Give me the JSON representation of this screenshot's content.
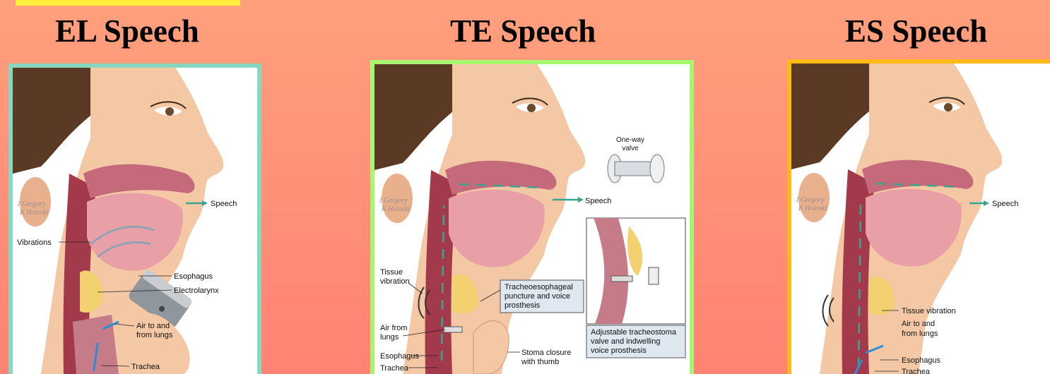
{
  "titles": {
    "el": "EL Speech",
    "te": "TE Speech",
    "es": "ES Speech"
  },
  "colors": {
    "el_border": "#86d9c0",
    "te_border": "#a8f56f",
    "es_border": "#ffba1a",
    "highlight_bar": "#ffef3a"
  },
  "el_panel": {
    "watermark_line1": "J Gregory",
    "watermark_line2": "K Holoski",
    "speech": "Speech",
    "vibrations": "Vibrations",
    "esophagus": "Esophagus",
    "electrolarynx": "Electrolarynx",
    "air_line1": "Air to and",
    "air_line2": "from lungs",
    "trachea": "Trachea"
  },
  "te_panel": {
    "watermark_line1": "J Gregory",
    "watermark_line2": "K Holoski",
    "valve_line1": "One-way",
    "valve_line2": "valve",
    "speech": "Speech",
    "tissue_line1": "Tissue",
    "tissue_line2": "vibration",
    "puncture_line1": "Tracheoesophageal",
    "puncture_line2": "puncture and voice",
    "puncture_line3": "prosthesis",
    "air_line1": "Air from",
    "air_line2": "lungs",
    "esophagus": "Esophagus",
    "trachea": "Trachea",
    "stoma_line1": "Stoma closure",
    "stoma_line2": "with thumb",
    "adjustable_line1": "Adjustable tracheostoma",
    "adjustable_line2": "valve and indwelling",
    "adjustable_line3": "voice prosthesis"
  },
  "es_panel": {
    "watermark_line1": "J Gregory",
    "watermark_line2": "K Holoski",
    "speech": "Speech",
    "tissue": "Tissue vibration",
    "air_line1": "Air to and",
    "air_line2": "from lungs",
    "esophagus": "Esophagus",
    "trachea": "Trachea"
  }
}
